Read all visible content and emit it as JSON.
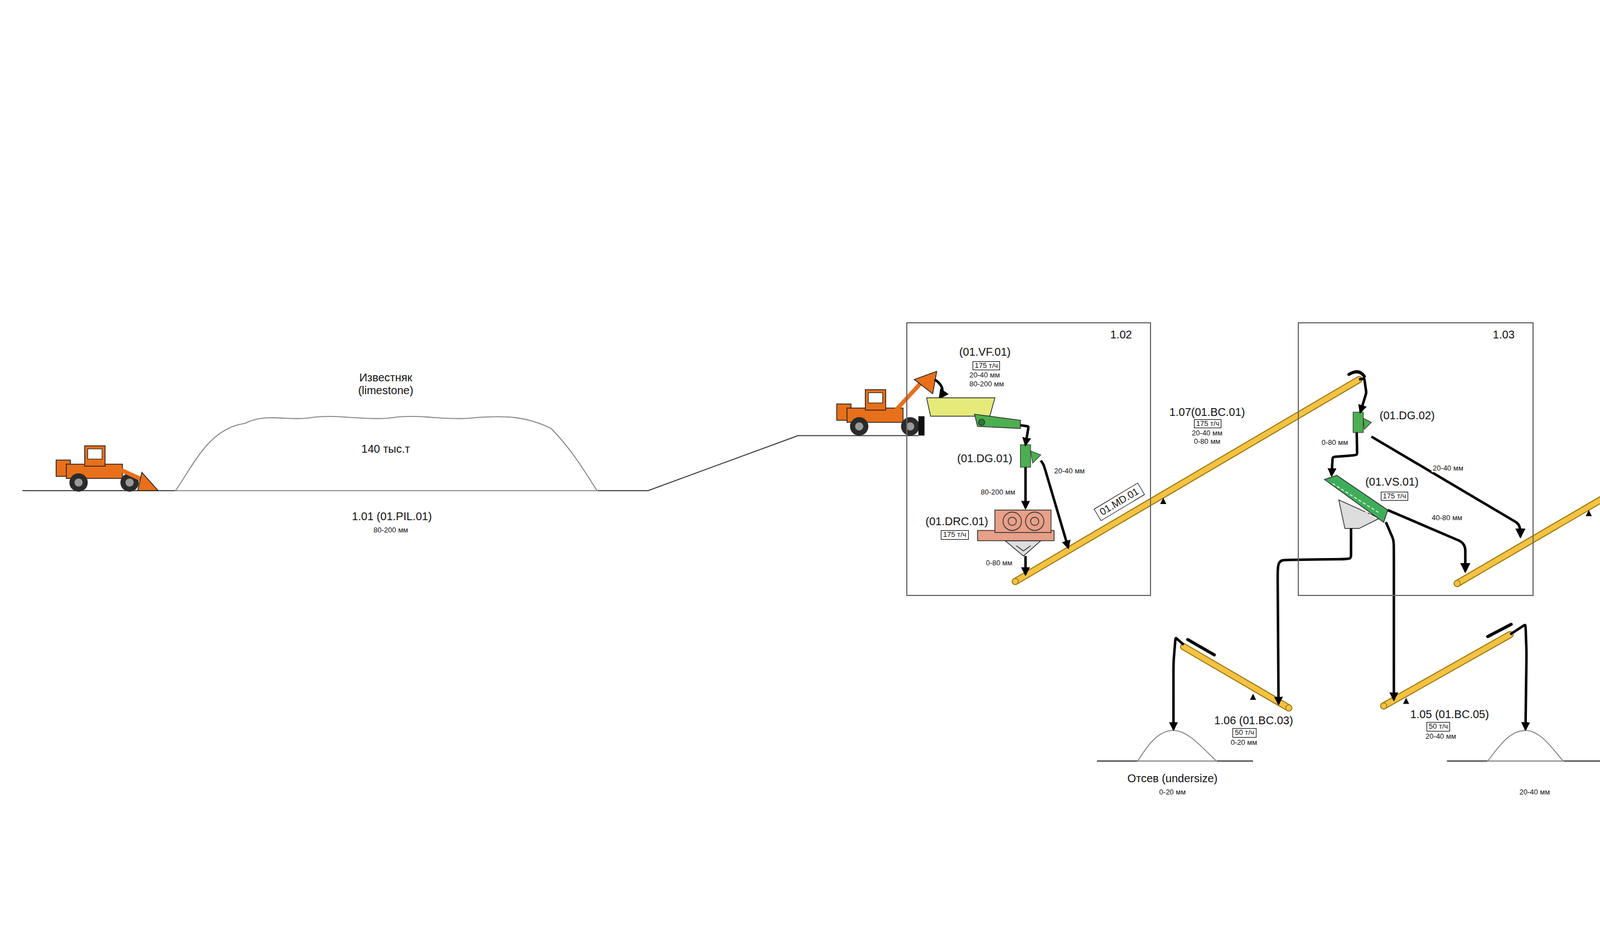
{
  "diagram": {
    "nodes": [
      {
        "text": [
          "Известняк (limestone)",
          "140 тыс.т"
        ]
      },
      {
        "text": [
          "1.02"
        ]
      },
      {
        "text": [
          "(01.VF.01)",
          "175 т/ч",
          "20-40 мм",
          "80-200 мм"
        ],
        "in": 1
      },
      {
        "text": [
          "(01.DG.01)"
        ],
        "in": 1
      },
      {
        "text": [
          "(01.DRC.01)",
          "175 т/ч"
        ],
        "in": 1
      },
      {
        "text": [
          "01.MD.01"
        ],
        "in": 1
      },
      {
        "text": [
          "1.07(01.BC.01)",
          "175 т/ч",
          "20-40 мм",
          "0-80 мм"
        ]
      },
      {
        "text": [
          "1.03"
        ]
      },
      {
        "text": [
          "(01.DG.02)"
        ],
        "in": 7
      },
      {
        "text": [
          "(01.VS.01)",
          "175 т/ч"
        ],
        "in": 7
      },
      {
        "text": [
          "1.06 (01.BC.03)",
          "50 т/ч",
          "0-20 мм"
        ]
      },
      {
        "text": [
          "Отсев (undersize)",
          "0-20 мм"
        ]
      },
      {
        "text": [
          "1.05 (01.BC.05)",
          "50 т/ч",
          "20-40 мм"
        ]
      },
      {
        "text": [
          "20-40 мм"
        ]
      }
    ],
    "edges": [
      {
        "from": 2,
        "to": 3,
        "arrow": "to"
      },
      {
        "from": 3,
        "to": 4,
        "label": "80-200 мм",
        "arrow": "to"
      },
      {
        "from": 3,
        "to": 6,
        "label": "20-40 мм",
        "arrow": "to"
      },
      {
        "from": 4,
        "to": 6,
        "label": "0-80 мм",
        "arrow": "to"
      },
      {
        "from": 6,
        "to": 8,
        "arrow": "to"
      },
      {
        "from": 8,
        "to": 9,
        "label": "0-80 мм",
        "arrow": "to"
      },
      {
        "from": 9,
        "to": 10,
        "arrow": "to"
      },
      {
        "from": 9,
        "to": 12,
        "arrow": "to"
      },
      {
        "from": 10,
        "to": 11,
        "arrow": "to"
      },
      {
        "from": 12,
        "to": 13,
        "arrow": "to"
      }
    ],
    "labels": [
      "1.01 (01.PIL.01)",
      "80-200 мм",
      "20-40 мм",
      "40-80 мм"
    ]
  }
}
